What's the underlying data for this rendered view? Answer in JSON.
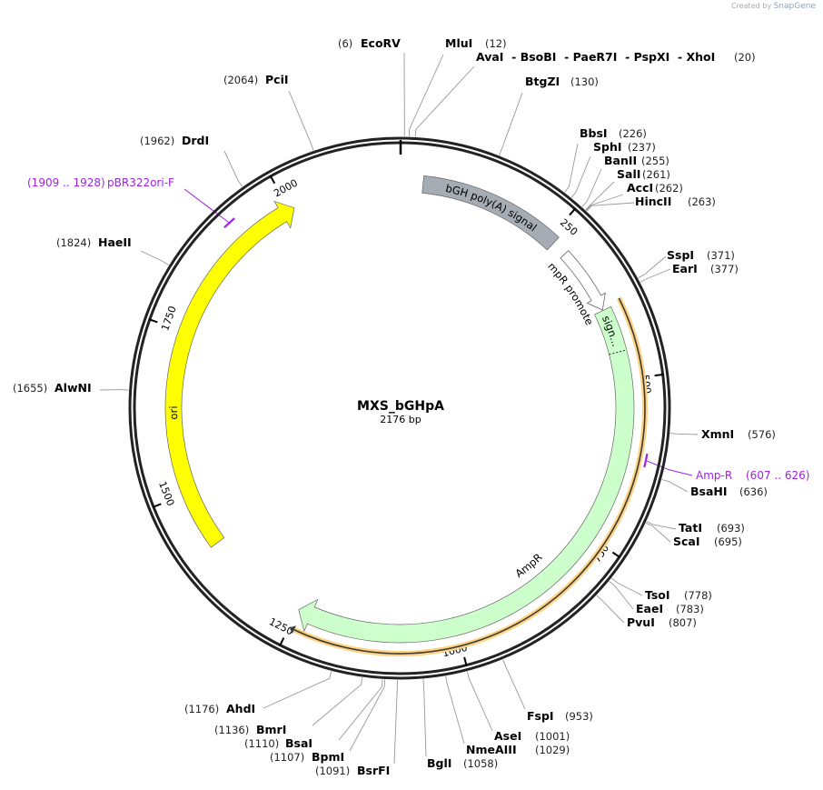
{
  "credit": {
    "prefix": "Created by",
    "brand": "SnapGene"
  },
  "plasmid": {
    "name": "MXS_bGHpA",
    "length_label": "2176 bp",
    "length": 2176
  },
  "ticks": [
    250,
    500,
    750,
    1000,
    1250,
    1500,
    1750,
    2000
  ],
  "features": [
    {
      "name": "bGH poly(A) signal",
      "start": 36,
      "end": 260,
      "color": "#a6acb3",
      "type": "polyA"
    },
    {
      "name": "AmpR promoter",
      "start": 284,
      "end": 388,
      "color": "#ffffff",
      "type": "promoter",
      "direction": "cw"
    },
    {
      "name": "AmpR",
      "start": 389,
      "end": 1249,
      "color": "#ccffcc",
      "type": "cds",
      "direction": "cw"
    },
    {
      "name": "sign...",
      "start": 389,
      "end": 457,
      "color": "#ccffcc",
      "type": "signal"
    },
    {
      "name": "ori",
      "start": 1412,
      "end": 2008,
      "color": "#ffff00",
      "type": "rep_origin",
      "direction": "cw"
    }
  ],
  "orf": {
    "start": 383,
    "end": 1249,
    "color": "#f0a000",
    "direction": "cw"
  },
  "primers": [
    {
      "name": "pBR322ori-F",
      "range": "(1909 .. 1928)",
      "start": 1909,
      "end": 1928,
      "color": "#a020f0"
    },
    {
      "name": "Amp-R",
      "range": "(607 .. 626)",
      "start": 607,
      "end": 626,
      "color": "#a020f0"
    }
  ],
  "enzymes": [
    {
      "name": "EcoRV",
      "pos": "(6)",
      "bp": 6
    },
    {
      "name": "MluI",
      "pos": "(12)",
      "bp": 12
    },
    {
      "name": "AvaI  - BsoBI  - PaeR7I  - PspXI  - XhoI",
      "pos": "(20)",
      "bp": 20
    },
    {
      "name": "BtgZI",
      "pos": "(130)",
      "bp": 130
    },
    {
      "name": "BbsI",
      "pos": "(226)",
      "bp": 226
    },
    {
      "name": "SphI",
      "pos": "(237)",
      "bp": 237
    },
    {
      "name": "BanII",
      "pos": "(255)",
      "bp": 255
    },
    {
      "name": "SalI",
      "pos": "(261)",
      "bp": 261
    },
    {
      "name": "AccI",
      "pos": "(262)",
      "bp": 262
    },
    {
      "name": "HincII",
      "pos": "(263)",
      "bp": 263
    },
    {
      "name": "SspI",
      "pos": "(371)",
      "bp": 371
    },
    {
      "name": "EarI",
      "pos": "(377)",
      "bp": 377
    },
    {
      "name": "XmnI",
      "pos": "(576)",
      "bp": 576
    },
    {
      "name": "BsaHI",
      "pos": "(636)",
      "bp": 636
    },
    {
      "name": "TatI",
      "pos": "(693)",
      "bp": 693
    },
    {
      "name": "ScaI",
      "pos": "(695)",
      "bp": 695
    },
    {
      "name": "TsoI",
      "pos": "(778)",
      "bp": 778
    },
    {
      "name": "EaeI",
      "pos": "(783)",
      "bp": 783
    },
    {
      "name": "PvuI",
      "pos": "(807)",
      "bp": 807
    },
    {
      "name": "FspI",
      "pos": "(953)",
      "bp": 953
    },
    {
      "name": "AseI",
      "pos": "(1001)",
      "bp": 1001
    },
    {
      "name": "NmeAIII",
      "pos": "(1029)",
      "bp": 1029
    },
    {
      "name": "BglI",
      "pos": "(1058)",
      "bp": 1058
    },
    {
      "name": "BsrFI",
      "pos": "(1091)",
      "bp": 1091
    },
    {
      "name": "BpmI",
      "pos": "(1107)",
      "bp": 1107
    },
    {
      "name": "BsaI",
      "pos": "(1110)",
      "bp": 1110
    },
    {
      "name": "BmrI",
      "pos": "(1136)",
      "bp": 1136
    },
    {
      "name": "AhdI",
      "pos": "(1176)",
      "bp": 1176
    },
    {
      "name": "AlwNI",
      "pos": "(1655)",
      "bp": 1655
    },
    {
      "name": "HaeII",
      "pos": "(1824)",
      "bp": 1824
    },
    {
      "name": "DrdI",
      "pos": "(1962)",
      "bp": 1962
    },
    {
      "name": "PciI",
      "pos": "(2064)",
      "bp": 2064
    }
  ]
}
